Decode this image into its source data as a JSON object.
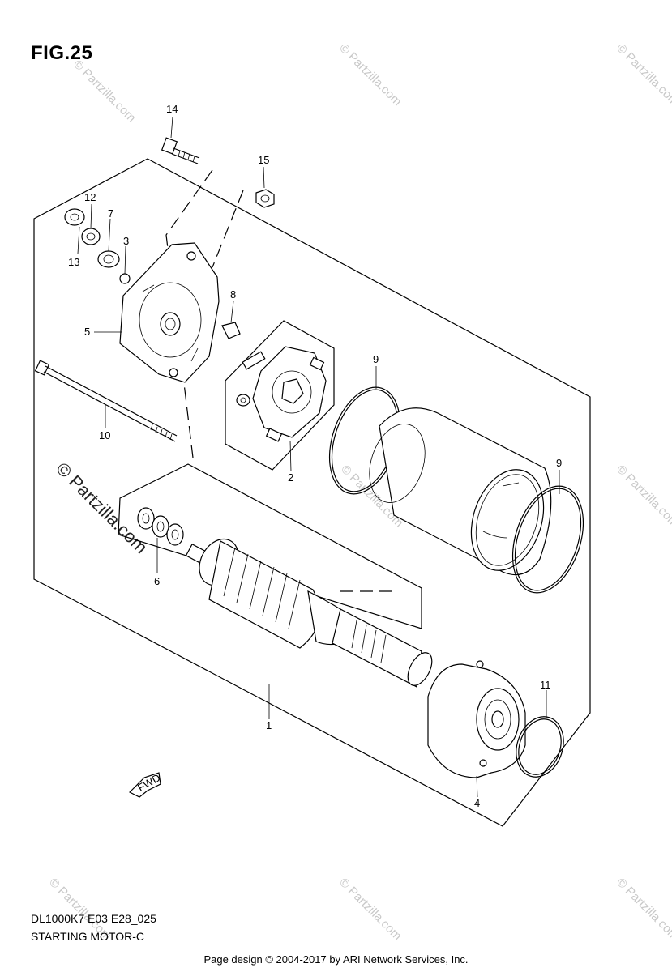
{
  "figure": {
    "title": "FIG.25",
    "code": "DL1000K7 E03 E28_025",
    "name": "STARTING MOTOR-C"
  },
  "footer": "Page design © 2004-2017 by ARI Network Services, Inc.",
  "watermark": {
    "large": "© Partzilla.com",
    "small": "© Partzilla.com"
  },
  "callouts": {
    "c1": "1",
    "c2": "2",
    "c3": "3",
    "c4": "4",
    "c5": "5",
    "c6": "6",
    "c7": "7",
    "c8": "8",
    "c9a": "9",
    "c9b": "9",
    "c10": "10",
    "c11": "11",
    "c12": "12",
    "c13": "13",
    "c14": "14",
    "c15": "15"
  },
  "fwd_label": "FWD",
  "colors": {
    "line": "#000000",
    "watermark": "#c8c8c8",
    "background": "#ffffff"
  }
}
